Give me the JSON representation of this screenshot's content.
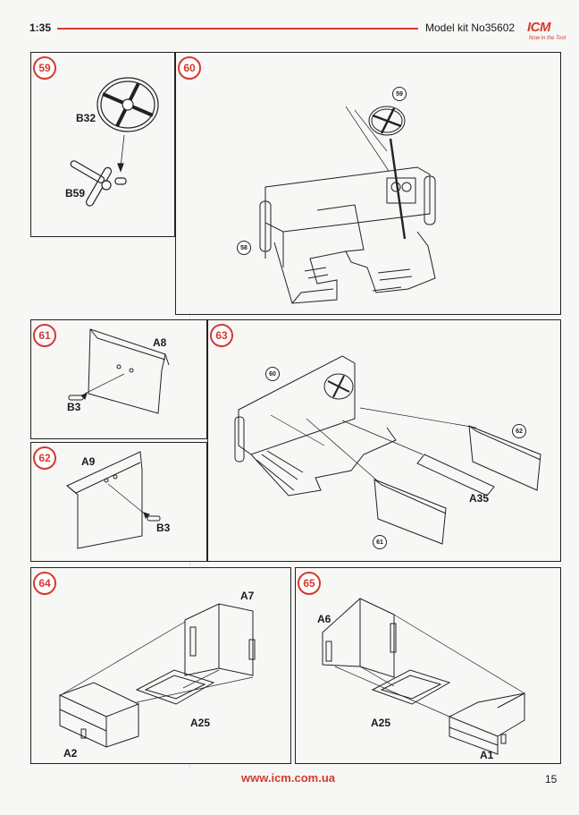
{
  "header": {
    "scale": "1:35",
    "kit_label": "Model kit No35602",
    "brand": "ICM",
    "brand_tagline": "Now in the Tool"
  },
  "steps": [
    {
      "number": "59",
      "parts": [
        "B32",
        "B59"
      ]
    },
    {
      "number": "60",
      "refs": [
        "59",
        "58"
      ]
    },
    {
      "number": "61",
      "parts": [
        "A8",
        "B3"
      ]
    },
    {
      "number": "62",
      "parts": [
        "A9",
        "B3"
      ]
    },
    {
      "number": "63",
      "parts": [
        "A35"
      ],
      "refs": [
        "60",
        "62",
        "61"
      ]
    },
    {
      "number": "64",
      "parts": [
        "A7",
        "A25",
        "A2"
      ]
    },
    {
      "number": "65",
      "parts": [
        "A6",
        "A25",
        "A1"
      ]
    }
  ],
  "footer": {
    "url": "www.icm.com.ua",
    "page": "15"
  },
  "colors": {
    "accent": "#d43a2f",
    "ink": "#222222"
  }
}
